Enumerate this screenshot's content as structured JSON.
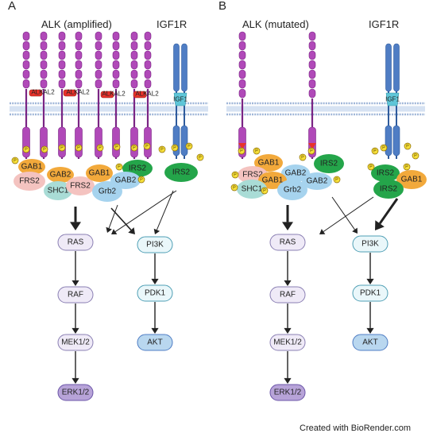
{
  "panels": {
    "a": {
      "letter": "A",
      "receptor_a": "ALK (amplified)",
      "receptor_b": "IGF1R",
      "ligand": "ALKAL2",
      "igf_ligand": "IGF1",
      "adaptors": [
        "GAB1",
        "GAB2",
        "FRS2",
        "SHC1",
        "FRS2",
        "GAB1",
        "Grb2",
        "IRS2",
        "GAB2",
        "IRS2"
      ],
      "ras": "RAS",
      "raf": "RAF",
      "mek": "MEK1/2",
      "erk": "ERK1/2",
      "pi3k": "PI3K",
      "pdk1": "PDK1",
      "akt": "AKT"
    },
    "b": {
      "letter": "B",
      "receptor_a": "ALK (mutated)",
      "receptor_b": "IGF1R",
      "igf_ligand": "IGF1",
      "adaptors": [
        "GAB1",
        "FRS2",
        "GAB2",
        "IRS2",
        "GAB1",
        "SHC1",
        "Grb2",
        "GAB2",
        "IRS2",
        "GAB1",
        "IRS2"
      ],
      "ras": "RAS",
      "raf": "RAF",
      "mek": "MEK1/2",
      "erk": "ERK1/2",
      "pi3k": "PI3K",
      "pdk1": "PDK1",
      "akt": "AKT"
    }
  },
  "phospho": "P",
  "credit": "Created with BioRender.com",
  "colors": {
    "alk": "#b049b8",
    "alk_dark": "#7a2584",
    "igf1r": "#4f7dc4",
    "gab": "#f2a93b",
    "frs2": "#f4c3c0",
    "shc1": "#a9dcd6",
    "grb2": "#a6d3ee",
    "irs2": "#24a54a",
    "ras_fill": "#efeaf7",
    "pi3k_fill": "#eaf7fa",
    "erk_fill": "#b7a3d8",
    "akt_fill": "#b9d7ef",
    "phospho": "#f6df3a",
    "ligand": "#e8322b"
  }
}
